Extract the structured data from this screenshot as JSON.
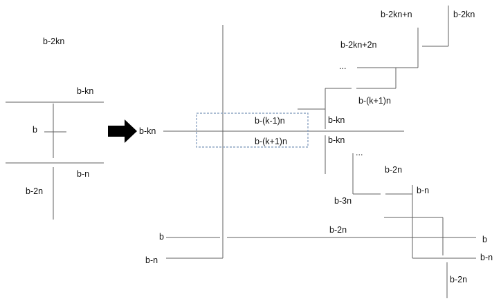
{
  "labels": {
    "left_top": "b-2kn",
    "left_kn": "b-kn",
    "left_b": "b",
    "left_n": "b-n",
    "left_2n": "b-2n",
    "arrow_kn": "b-kn",
    "box_upper": "b-(k-1)n",
    "box_lower": "b-(k+1)n",
    "mid_kn_upper": "b-kn",
    "mid_kn_lower": "b-kn",
    "stair_2kn_n": "b-2kn+n",
    "stair_2kn": "b-2kn",
    "stair_2kn_2n": "b-2kn+2n",
    "stair_dots_top": "...",
    "stair_k1n": "b-(k+1)n",
    "stair_dots_mid": "...",
    "stair_2n_mid": "b-2n",
    "stair_n_mid": "b-n",
    "stair_3n": "b-3n",
    "bottom_b_left": "b",
    "bottom_n_left": "b-n",
    "bottom_2n_center": "b-2n",
    "bottom_b_right": "b",
    "bottom_n_right": "b-n",
    "bottom_2n_right": "b-2n"
  }
}
